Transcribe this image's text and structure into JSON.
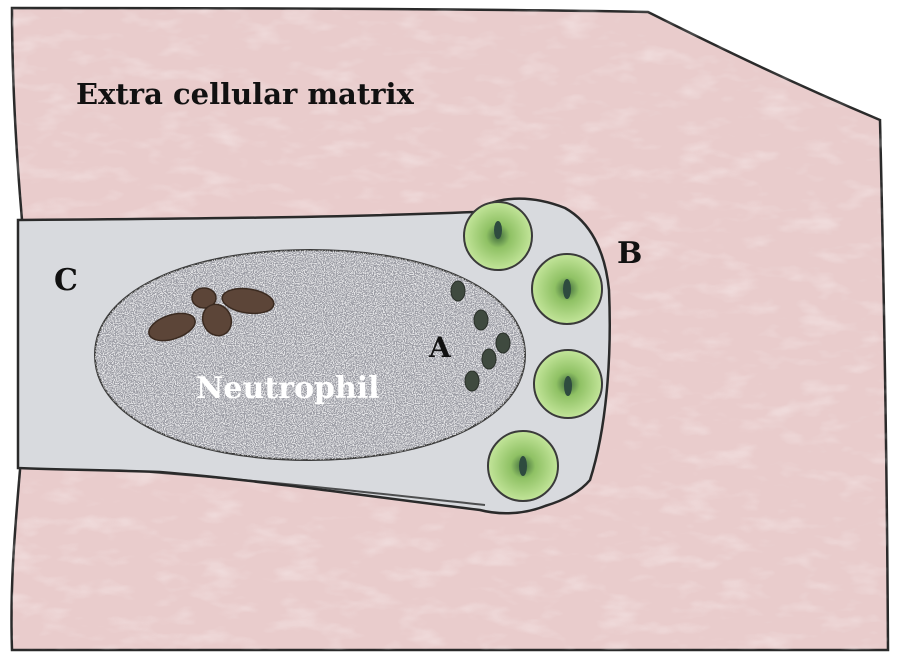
{
  "labels": {
    "matrix": "Extra cellular matrix",
    "c": "C",
    "b": "B",
    "a": "A",
    "neutrophil": "Neutrophil"
  },
  "colors": {
    "matrix": "#e9cccc",
    "channel": "#d8dade",
    "neutrophil": "#9b9ca4",
    "lobes": "#5c4538",
    "granules": "#3f4a3f",
    "cells": "#b6dd82",
    "cell_nucleus": "#2e4b3f"
  }
}
